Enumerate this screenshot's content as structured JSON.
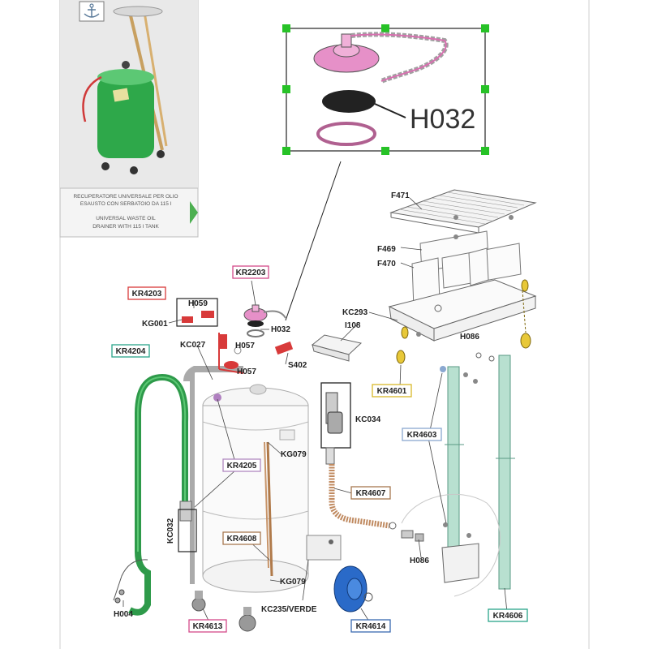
{
  "thumbnail": {
    "caption_it_1": "RECUPERATORE UNIVERSALE PER OLIO",
    "caption_it_2": "ESAUSTO CON SERBATOIO DA 115 l",
    "caption_en_1": "UNIVERSAL WASTE OIL",
    "caption_en_2": "DRAINER WITH 115 l TANK",
    "icon": "anchor-icon"
  },
  "zoom_detail": {
    "code": "H032"
  },
  "labels": {
    "F471": "F471",
    "F469": "F469",
    "F470": "F470",
    "KC293": "KC293",
    "I108": "I108",
    "H086_top": "H086",
    "KR2203": "KR2203",
    "KR4203": "KR4203",
    "H059": "H059",
    "KG001": "KG001",
    "H032": "H032",
    "KC027": "KC027",
    "H057_a": "H057",
    "H057_b": "H057",
    "S402": "S402",
    "KR4204": "KR4204",
    "KC034": "KC034",
    "KR4601": "KR4601",
    "KR4603": "KR4603",
    "KG079_a": "KG079",
    "KR4205": "KR4205",
    "KR4607": "KR4607",
    "KC032": "KC032",
    "KR4608": "KR4608",
    "H086_bottom": "H086",
    "H004": "H004",
    "KG079_b": "KG079",
    "KC235": "KC235/VERDE",
    "KR4613": "KR4613",
    "KR4614": "KR4614",
    "KR4606": "KR4606"
  },
  "colors": {
    "red_box": "#d83a3a",
    "pink_box": "#d44a8a",
    "teal_box": "#2aa58a",
    "yellow_box": "#d8b82a",
    "blue_box": "#3a6ab0",
    "brown_box": "#a87850",
    "lavender_box": "#b088c0",
    "hose_green": "#2e9a4a",
    "tank_pink": "#e688c4",
    "pipe_copper": "#b07a4a",
    "tube_mint": "#a8d8c8",
    "wheel_blue": "#2a6ac8"
  }
}
